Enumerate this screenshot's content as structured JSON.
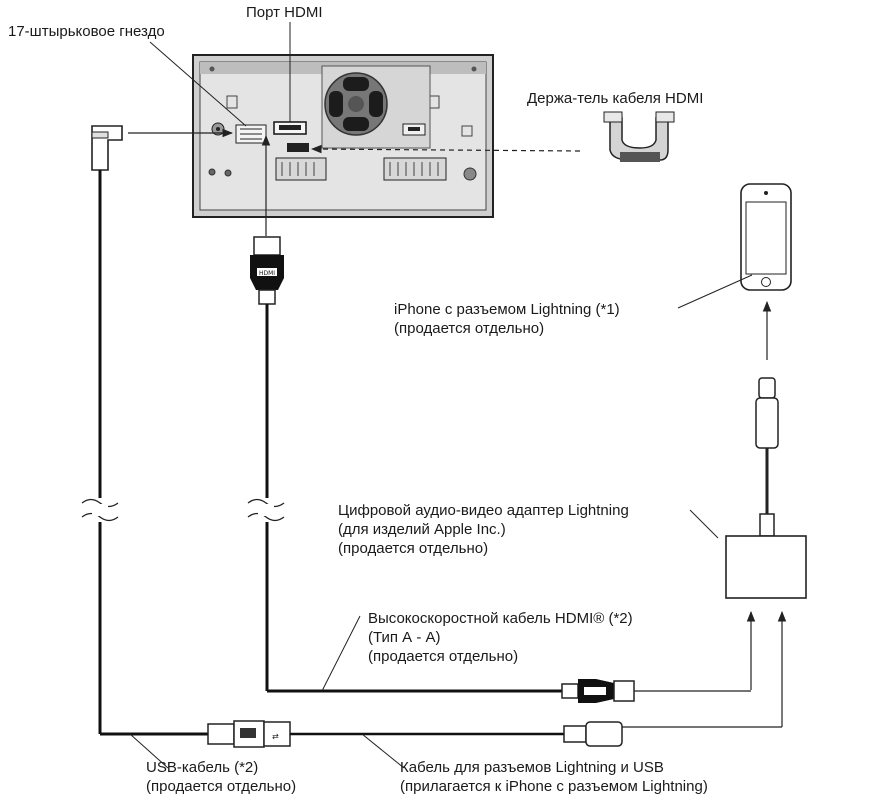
{
  "labels": {
    "socket_17pin": "17-штырьковое гнездо",
    "hdmi_port": "Порт HDMI",
    "hdmi_cable_holder": "Держа-тель кабеля HDMI",
    "iphone": {
      "line1": "iPhone с разъемом Lightning (*1)",
      "line2": "(продается отдельно)"
    },
    "av_adapter": {
      "line1": "Цифровой аудио-видео адаптер Lightning",
      "line2": "(для изделий Apple Inc.)",
      "line3": "(продается отдельно)"
    },
    "hdmi_cable": {
      "line1": "Высокоскоростной кабель HDMI® (*2)",
      "line2": "(Тип А - А)",
      "line3": "(продается отдельно)"
    },
    "usb_cable": {
      "line1": "USB-кабель (*2)",
      "line2": "(продается отдельно)"
    },
    "lightning_usb_cable": {
      "line1": "Кабель для разъемов Lightning и USB",
      "line2": "(прилагается к iPhone с разъемом Lightning)"
    }
  },
  "connector_marks": {
    "hdmi_plug_mark": "HDMI"
  }
}
